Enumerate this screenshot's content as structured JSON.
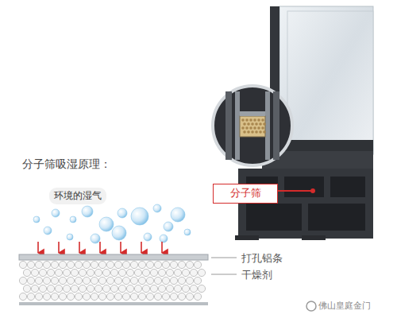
{
  "diagram": {
    "title": "分子筛吸湿原理：",
    "nodes": [
      {
        "text": [
          "分子筛"
        ]
      },
      {
        "text": [
          "环境的湿气"
        ]
      }
    ],
    "labels": [
      "打孔铝条",
      "干燥剂",
      "佛山皇庭金门"
    ]
  }
}
